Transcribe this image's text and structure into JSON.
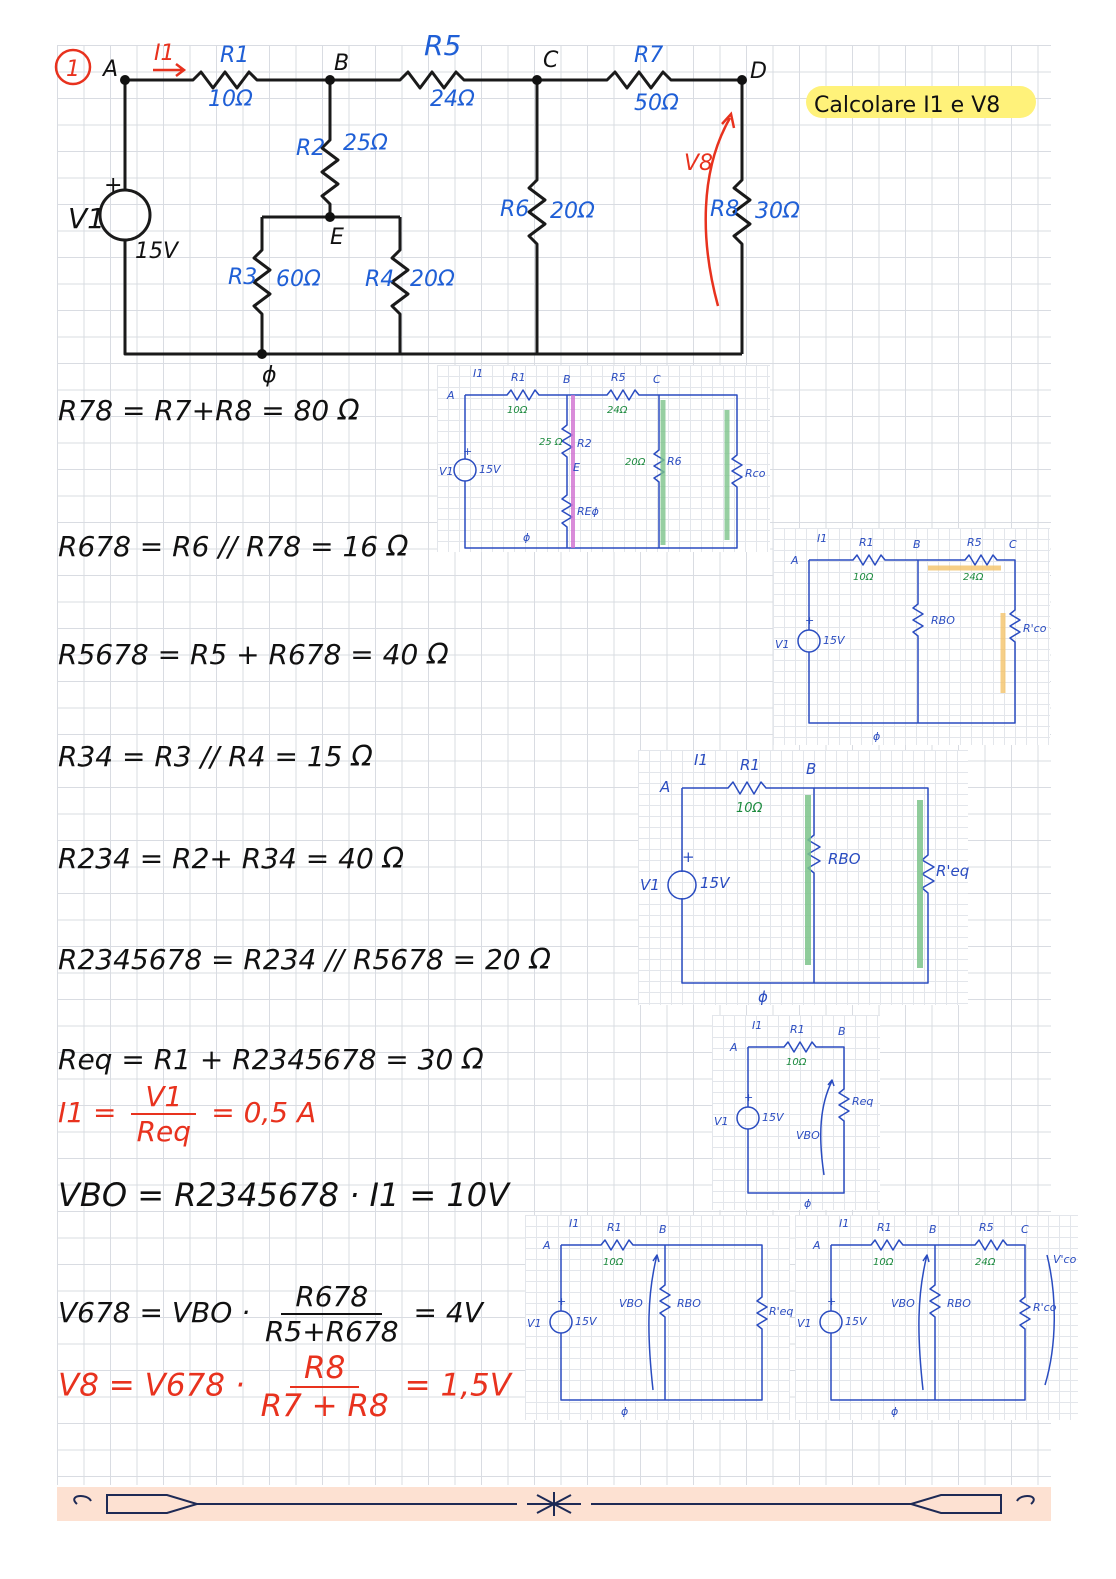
{
  "problem_number": "1",
  "task": "Calcolare I1 e V8",
  "main_circuit": {
    "nodes": {
      "A": "A",
      "B": "B",
      "C": "C",
      "D": "D",
      "E": "E",
      "ground": "ϕ"
    },
    "source": {
      "label": "V1",
      "value": "15V",
      "plus": "+"
    },
    "current": "I1",
    "voltage": "V8",
    "resistors": [
      {
        "name": "R1",
        "value": "10Ω"
      },
      {
        "name": "R2",
        "value": "25Ω"
      },
      {
        "name": "R3",
        "value": "60Ω"
      },
      {
        "name": "R4",
        "value": "20Ω"
      },
      {
        "name": "R5",
        "value": "24Ω"
      },
      {
        "name": "R6",
        "value": "20Ω"
      },
      {
        "name": "R7",
        "value": "50Ω"
      },
      {
        "name": "R8",
        "value": "30Ω"
      }
    ]
  },
  "equations": [
    "R78 = R7+R8 = 80 Ω",
    "R678 = R6 // R78 = 16 Ω",
    "R5678 = R5 + R678 = 40 Ω",
    "R34 = R3 // R4 = 15 Ω",
    "R234 = R2+ R34 = 40 Ω",
    "R2345678 = R234 // R5678 = 20 Ω",
    "Req = R1 + R2345678 = 30 Ω",
    "VBO = R2345678 · I1 = 10V"
  ],
  "current_eq": {
    "lhs": "I1 =",
    "num": "V1",
    "den": "Req",
    "rhs": "= 0,5 A"
  },
  "v678_eq": {
    "lhs": "V678 = VBO ·",
    "num": "R678",
    "den": "R5+R678",
    "rhs": "= 4V"
  },
  "v8_eq": {
    "lhs": "V8 = V678 ·",
    "num": "R8",
    "den": "R7 + R8",
    "rhs": "= 1,5V"
  },
  "sub_circuits": [
    {
      "I": "I1",
      "A": "A",
      "B": "B",
      "C": "C",
      "R1": "R1",
      "R1v": "10Ω",
      "R5": "R5",
      "R5v": "24Ω",
      "R2v": "25 Ω",
      "R2": "R2",
      "E": "E",
      "RE": "REϕ",
      "R6v": "20Ω",
      "R6": "R6",
      "Rco": "Rco",
      "V": "V1",
      "Vv": "15V",
      "plus": "+",
      "gnd": "ϕ"
    },
    {
      "I": "I1",
      "A": "A",
      "B": "B",
      "C": "C",
      "R1": "R1",
      "R1v": "10Ω",
      "R5": "R5",
      "R5v": "24Ω",
      "RBO": "RBO",
      "Rco": "R'co",
      "V": "V1",
      "Vv": "15V",
      "plus": "+",
      "gnd": "ϕ"
    },
    {
      "I": "I1",
      "A": "A",
      "B": "B",
      "R1": "R1",
      "R1v": "10Ω",
      "RBO": "RBO",
      "Req": "R'eq",
      "V": "V1",
      "Vv": "15V",
      "plus": "+",
      "gnd": "ϕ"
    },
    {
      "I": "I1",
      "A": "A",
      "B": "B",
      "R1": "R1",
      "R1v": "10Ω",
      "Req": "Req",
      "V": "V1",
      "Vv": "15V",
      "VBO": "VBO",
      "plus": "+",
      "gnd": "ϕ"
    },
    {
      "I": "I1",
      "A": "A",
      "B": "B",
      "R1": "R1",
      "R1v": "10Ω",
      "RBO": "RBO",
      "Req": "R'eq",
      "V": "V1",
      "Vv": "15V",
      "VBO": "VBO",
      "plus": "+",
      "gnd": "ϕ"
    },
    {
      "I": "I1",
      "A": "A",
      "B": "B",
      "C": "C",
      "R1": "R1",
      "R1v": "10Ω",
      "R5": "R5",
      "R5v": "24Ω",
      "RBO": "RBO",
      "Rco": "R'co",
      "V": "V1",
      "Vv": "15V",
      "VBO": "VBO",
      "Vco": "V'co",
      "plus": "+",
      "gnd": "ϕ"
    }
  ],
  "colors": {
    "ink": "#111111",
    "blue": "#1f5fd6",
    "red": "#e8321e",
    "highlight": "#fff27a",
    "footer": "#fde1d2"
  }
}
